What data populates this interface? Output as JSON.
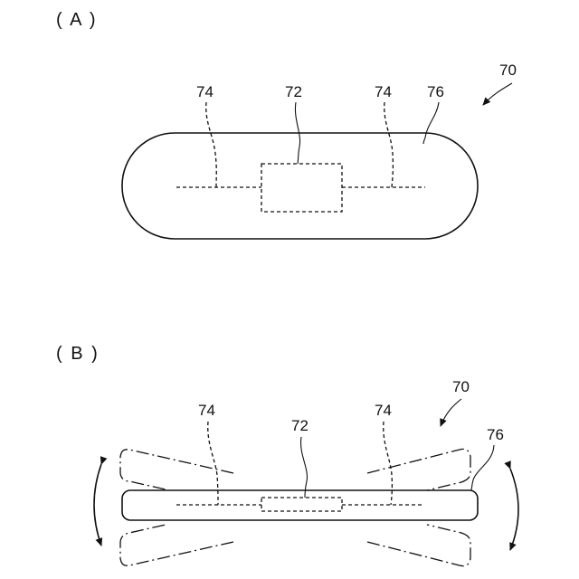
{
  "figure_a": {
    "panel_label": "( A )",
    "labels": {
      "assembly": "70",
      "chip": "72",
      "antenna_left": "74",
      "antenna_right": "74",
      "substrate": "76"
    }
  },
  "figure_b": {
    "panel_label": "( B )",
    "labels": {
      "assembly": "70",
      "chip": "72",
      "antenna_left": "74",
      "antenna_right": "74",
      "substrate": "76"
    }
  }
}
